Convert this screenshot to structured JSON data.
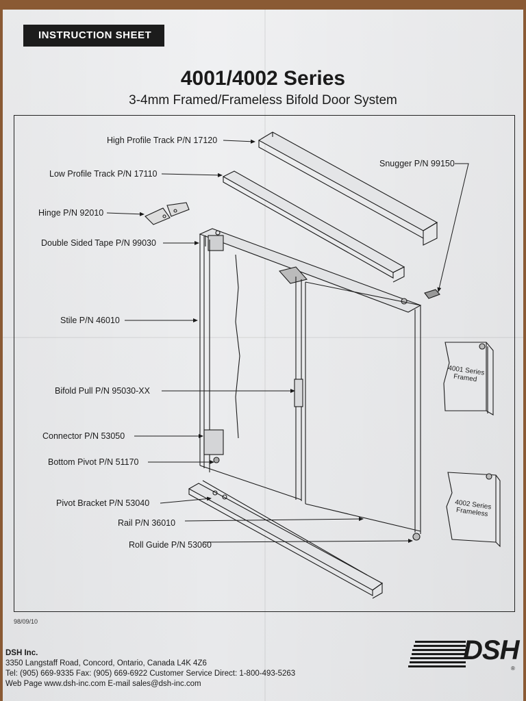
{
  "header": {
    "badge": "Instruction Sheet",
    "title": "4001/4002 Series",
    "subtitle": "3-4mm Framed/Frameless Bifold Door System"
  },
  "parts": {
    "high_profile_track": "High Profile Track P/N 17120",
    "low_profile_track": "Low Profile Track P/N 17110",
    "snugger": "Snugger P/N 99150",
    "hinge": "Hinge P/N 92010",
    "double_sided_tape": "Double Sided Tape P/N 99030",
    "stile": "Stile P/N 46010",
    "bifold_pull": "Bifold Pull P/N 95030-XX",
    "connector": "Connector P/N 53050",
    "bottom_pivot": "Bottom Pivot P/N 51170",
    "pivot_bracket": "Pivot Bracket P/N 53040",
    "rail": "Rail P/N 36010",
    "roll_guide": "Roll Guide P/N 53060"
  },
  "insets": {
    "framed_line1": "4001 Series",
    "framed_line2": "Framed",
    "frameless_line1": "4002 Series",
    "frameless_line2": "Frameless"
  },
  "footer": {
    "date": "98/09/10",
    "company": "DSH Inc.",
    "address": "3350 Langstaff Road, Concord, Ontario, Canada   L4K 4Z6",
    "phone": "Tel: (905) 669-9335  Fax: (905) 669-6922  Customer Service Direct: 1-800-493-5263",
    "web": "Web Page www.dsh-inc.com  E-mail sales@dsh-inc.com",
    "logo": "DSH",
    "logo_mark": "®"
  }
}
